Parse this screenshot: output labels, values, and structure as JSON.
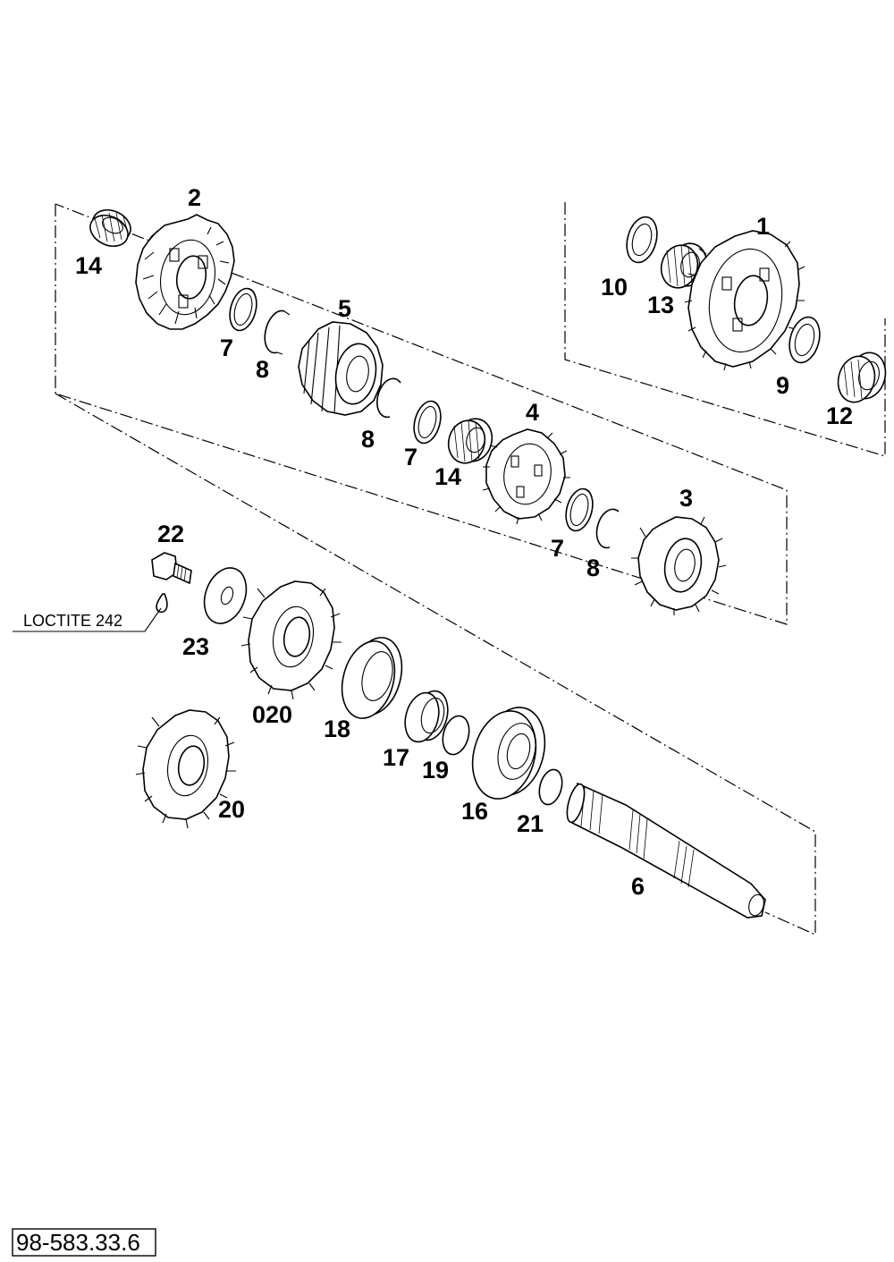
{
  "diagram": {
    "callouts": {
      "c1": "1",
      "c2": "2",
      "c3": "3",
      "c4": "4",
      "c5": "5",
      "c6": "6",
      "c7a": "7",
      "c7b": "7",
      "c7c": "7",
      "c8a": "8",
      "c8b": "8",
      "c8c": "8",
      "c9": "9",
      "c10": "10",
      "c12": "12",
      "c13": "13",
      "c14a": "14",
      "c14b": "14",
      "c16": "16",
      "c17": "17",
      "c18": "18",
      "c19": "19",
      "c20": "20",
      "c020": "020",
      "c21": "21",
      "c22": "22",
      "c23": "23"
    },
    "note": "LOCTITE 242",
    "reference": "98-583.33.6"
  }
}
